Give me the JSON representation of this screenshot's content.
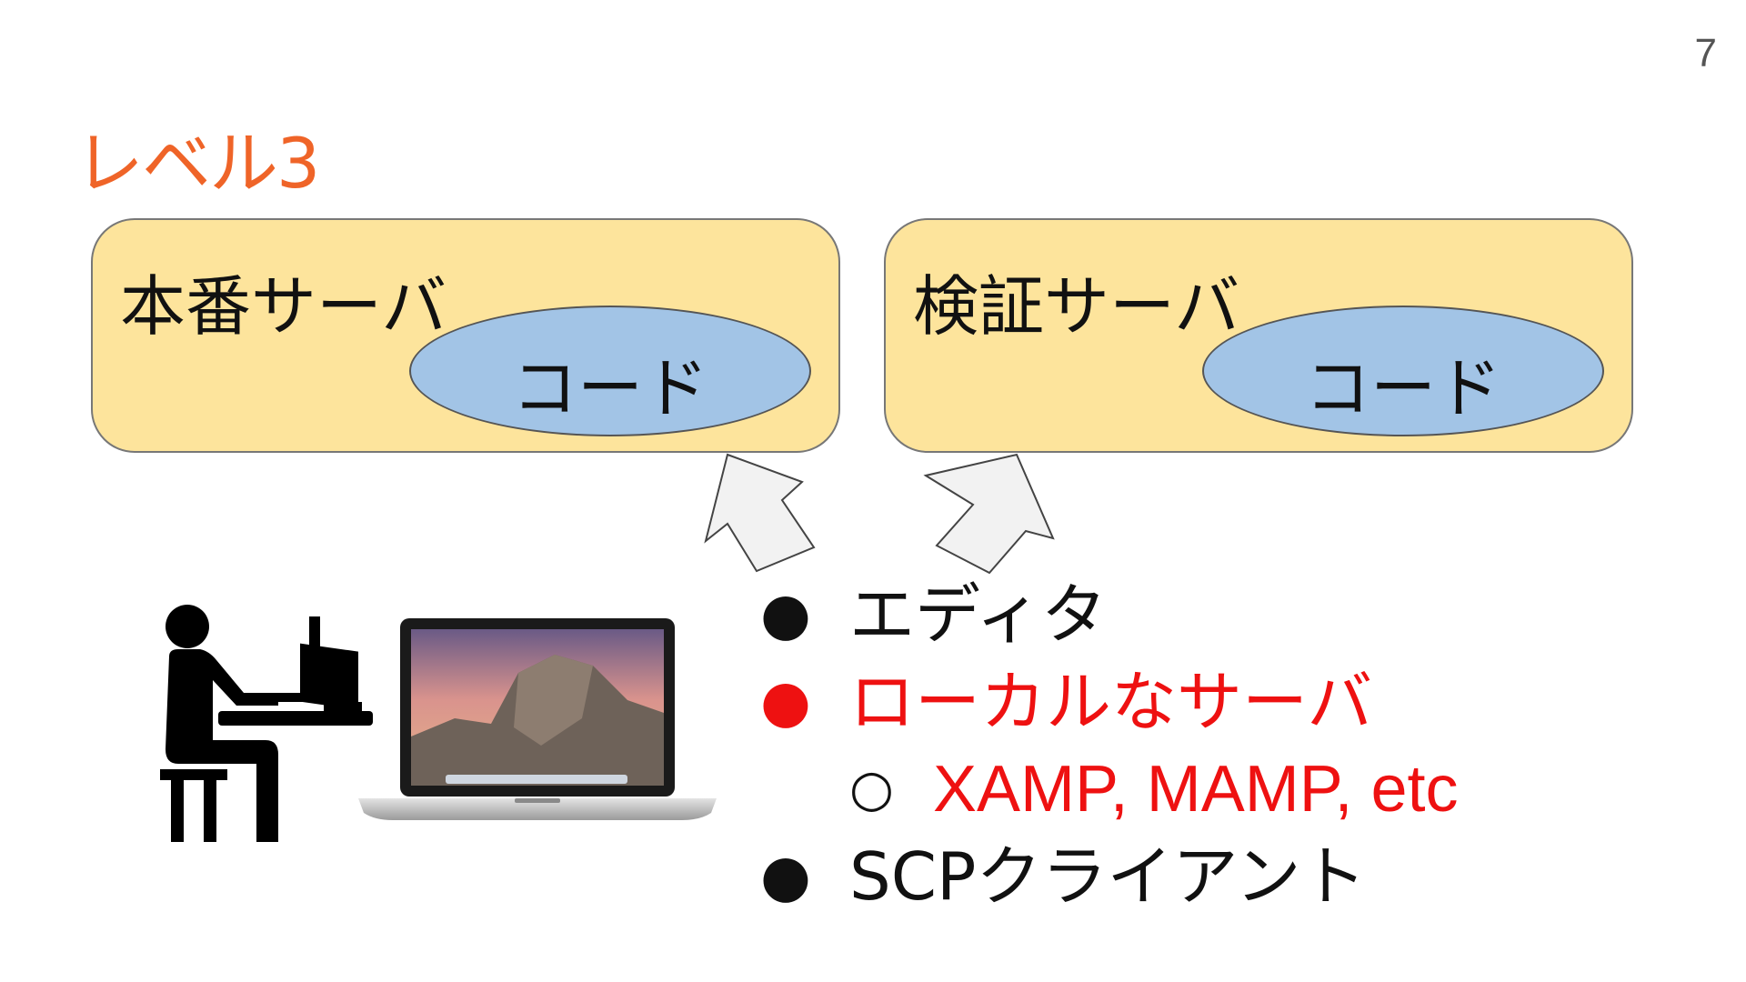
{
  "slide": {
    "page_number": "7",
    "title": "レベル3",
    "colors": {
      "title": "#ef6428",
      "server_box_fill": "#fde49c",
      "code_ellipse_fill": "#a2c4e6",
      "arrow_fill": "#f2f2f2",
      "highlight_text": "#ee1111"
    }
  },
  "servers": [
    {
      "label": "本番サーバ",
      "inner_label": "コード"
    },
    {
      "label": "検証サーバ",
      "inner_label": "コード"
    }
  ],
  "icons": {
    "person": "person-at-computer-icon",
    "laptop": "laptop-icon",
    "arrows": "upward-arrow-icon"
  },
  "bullets": [
    {
      "mark": "●",
      "text": "エディタ",
      "highlighted": false
    },
    {
      "mark": "●",
      "text": "ローカルなサーバ",
      "highlighted": true
    },
    {
      "mark": "○",
      "text": "XAMP, MAMP, etc",
      "highlighted": true,
      "sub": true
    },
    {
      "mark": "●",
      "text": "SCPクライアント",
      "highlighted": false
    }
  ]
}
